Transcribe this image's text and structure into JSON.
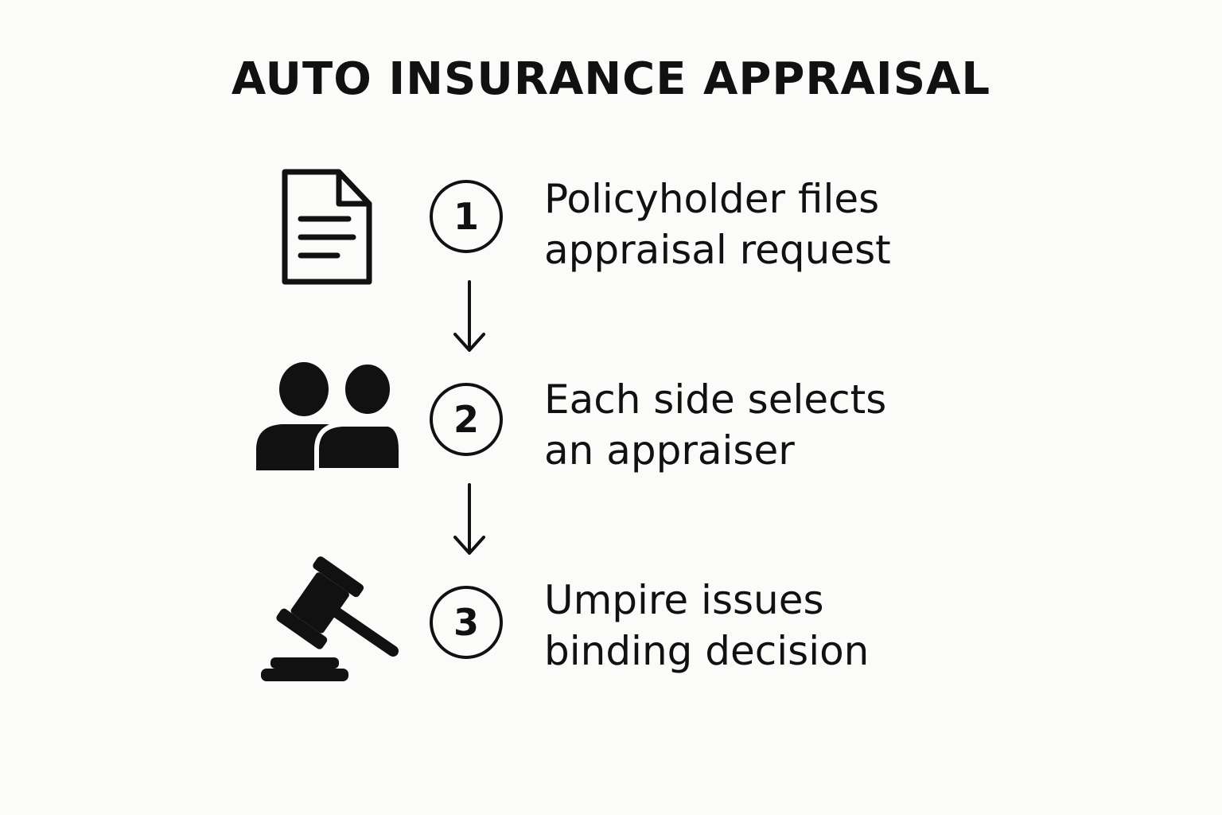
{
  "title": "AUTO INSURANCE APPRAISAL",
  "colors": {
    "ink": "#111111",
    "background": "#fbfbfa"
  },
  "steps": [
    {
      "number": "1",
      "icon": "document-icon",
      "line1": "Policyholder files",
      "line2": "appraisal request"
    },
    {
      "number": "2",
      "icon": "people-icon",
      "line1": "Each side selects",
      "line2": "an appraiser"
    },
    {
      "number": "3",
      "icon": "gavel-icon",
      "line1": "Umpire issues",
      "line2": "binding decision"
    }
  ]
}
